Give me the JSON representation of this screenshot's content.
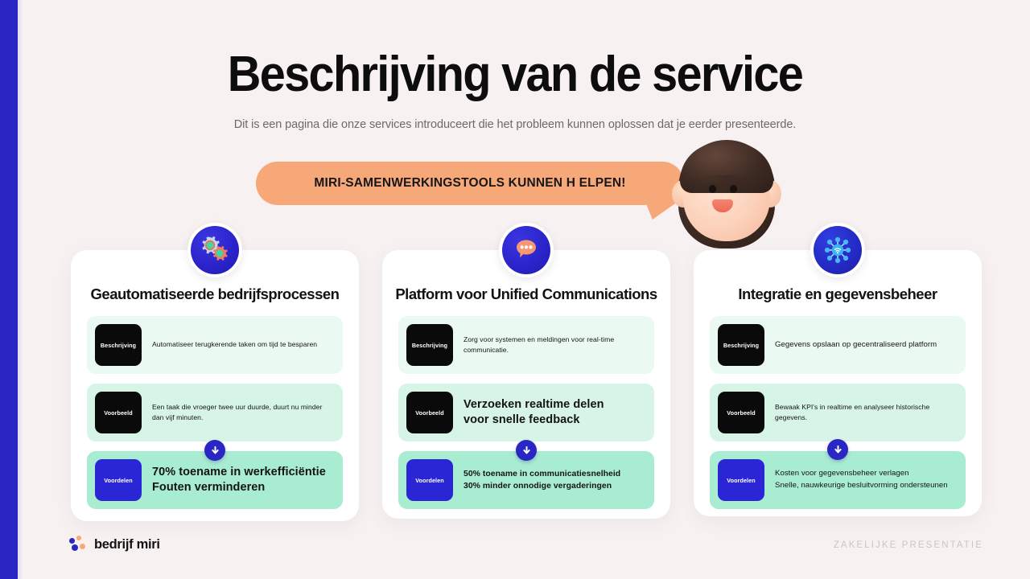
{
  "slide": {
    "title": "Beschrijving van de service",
    "subtitle": "Dit is een pagina die onze services introduceert die het probleem kunnen oplossen dat je eerder presenteerde.",
    "bubble_text": "MIRI-SAMENWERKINGSTOOLS KUNNEN H ELPEN!",
    "accent_bar_color": "#2a26c4",
    "background_color": "#f7f1f1",
    "bubble_color": "#f7a878"
  },
  "cards": [
    {
      "icon": "gears-icon",
      "title": "Geautomatiseerde bedrijfsprocessen",
      "rows": [
        {
          "tag": "Beschrijving",
          "text": "Automatiseer terugkerende taken om tijd te besparen",
          "style": "desc"
        },
        {
          "tag": "Voorbeeld",
          "text": "Een taak die vroeger twee uur duurde, duurt nu minder dan vijf minuten.",
          "style": "ex"
        },
        {
          "tag": "Voordelen",
          "text": "70% toename in werkefficiëntie\nFouten verminderen",
          "style": "ben"
        }
      ]
    },
    {
      "icon": "chat-bubble-icon",
      "title": "Platform voor Unified Communications",
      "rows": [
        {
          "tag": "Beschrijving",
          "text": "Zorg voor systemen en meldingen voor real-time communicatie.",
          "style": "desc"
        },
        {
          "tag": "Voorbeeld",
          "text": "Verzoeken realtime delen\n voor snelle feedback",
          "style": "ex"
        },
        {
          "tag": "Voordelen",
          "text": "50% toename in communicatiesnelheid\n30% minder onnodige vergaderingen",
          "style": "ben"
        }
      ]
    },
    {
      "icon": "network-hub-icon",
      "title": "Integratie en gegevensbeheer",
      "rows": [
        {
          "tag": "Beschrijving",
          "text": "Gegevens opslaan op gecentraliseerd platform",
          "style": "desc"
        },
        {
          "tag": "Voorbeeld",
          "text": "Bewaak KPI's in realtime en analyseer historische gegevens.",
          "style": "ex"
        },
        {
          "tag": "Voordelen",
          "text": "Kosten voor gegevensbeheer verlagen\nSnelle, nauwkeurige besluitvorming ondersteunen",
          "style": "ben"
        }
      ]
    }
  ],
  "footer": {
    "brand": "bedrijf miri",
    "right_label": "ZAKELIJKE PRESENTATIE"
  }
}
